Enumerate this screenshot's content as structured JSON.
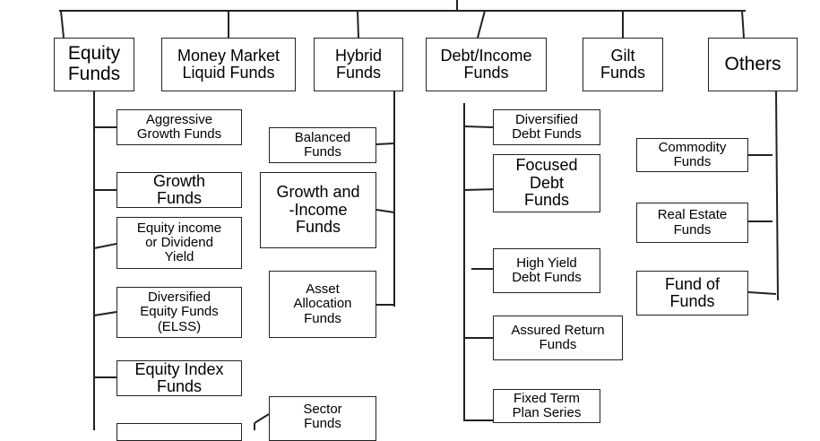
{
  "categories": {
    "equity": "Equity\nFunds",
    "money_market": "Money Market\nLiquid Funds",
    "hybrid": "Hybrid\nFunds",
    "debt": "Debt/Income\nFunds",
    "gilt": "Gilt\nFunds",
    "others": "Others"
  },
  "equity_items": [
    "Aggressive\nGrowth Funds",
    "Growth\nFunds",
    "Equity income\nor Dividend\nYield",
    "Diversified\nEquity Funds\n(ELSS)",
    "Equity Index\nFunds",
    ""
  ],
  "hybrid_items": [
    "Balanced\nFunds",
    "Growth and\n-Income\nFunds",
    "Asset\nAllocation\nFunds",
    "Sector\nFunds"
  ],
  "debt_items": [
    "Diversified\nDebt Funds",
    "Focused\nDebt\nFunds",
    "High Yield\nDebt Funds",
    "Assured Return\nFunds",
    "Fixed Term\nPlan Series"
  ],
  "others_items": [
    "Commodity\nFunds",
    "Real Estate\nFunds",
    "Fund of\nFunds"
  ]
}
